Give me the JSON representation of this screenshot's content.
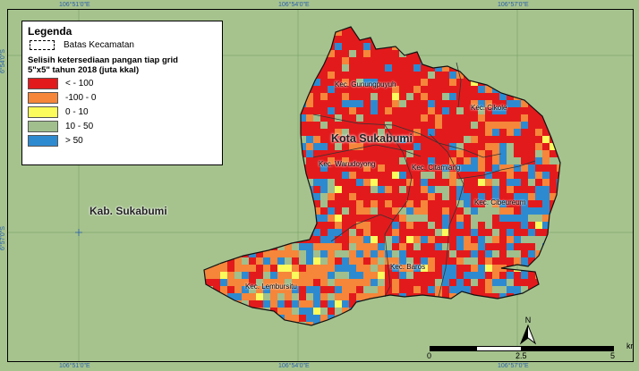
{
  "colors": {
    "background": "#a6c38e",
    "class_1": "#e31a1c",
    "class_2": "#f5863a",
    "class_3": "#fbfb5c",
    "class_4": "#a0bf8c",
    "class_5": "#2e8ad0",
    "coord_text": "#2a5fa8"
  },
  "coords": {
    "top": [
      "106°51'0\"E",
      "106°54'0\"E",
      "106°57'0\"E"
    ],
    "bottom": [
      "106°51'0\"E",
      "106°54'0\"E",
      "106°57'0\"E"
    ],
    "left": [
      "6°54'0\"S",
      "6°57'0\"S"
    ]
  },
  "legend": {
    "title": "Legenda",
    "boundary_label": "Batas Kecamatan",
    "subtitle_line1": "Selisih ketersediaan pangan tiap grid",
    "subtitle_line2": "5\"x5\" tahun 2018 (juta kkal)",
    "classes": [
      {
        "label": "< - 100",
        "color": "#e31a1c"
      },
      {
        "label": "-100 - 0",
        "color": "#f5863a"
      },
      {
        "label": "0 - 10",
        "color": "#fbfb5c"
      },
      {
        "label": "10 - 50",
        "color": "#a0bf8c"
      },
      {
        "label": "> 50",
        "color": "#2e8ad0"
      }
    ]
  },
  "labels": {
    "kota": "Kota Sukabumi",
    "kabupaten": "Kab. Sukabumi",
    "districts": {
      "gunungpuyuh": "Kec. Gunungpuyuh",
      "cikole": "Kec. Cikole",
      "warudoyong": "Kec. Warudoyong",
      "citamiang": "Kec. Citamiang",
      "cibeureum": "Kec. Cibeureum",
      "baros": "Kec. Baros",
      "lembursitu": "Kec. Lembursitu"
    }
  },
  "scale": {
    "ticks": [
      "0",
      "2.5",
      "5"
    ],
    "unit": "kr",
    "north": "N"
  }
}
